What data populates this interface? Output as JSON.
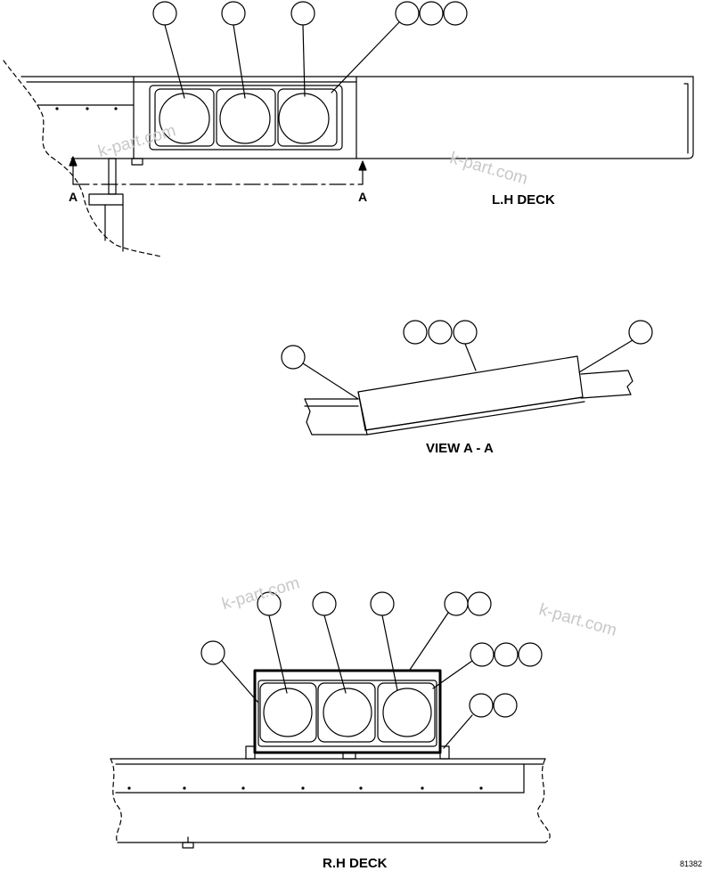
{
  "watermark": "k-part.com",
  "lh_deck": {
    "title": "L.H DECK",
    "section_marker": "A"
  },
  "view_aa": {
    "title": "VIEW A - A"
  },
  "rh_deck": {
    "title": "R.H DECK"
  },
  "drawing_number": "81382",
  "colors": {
    "ink": "#000000",
    "watermark": "#c8c8c8",
    "background": "#ffffff"
  }
}
